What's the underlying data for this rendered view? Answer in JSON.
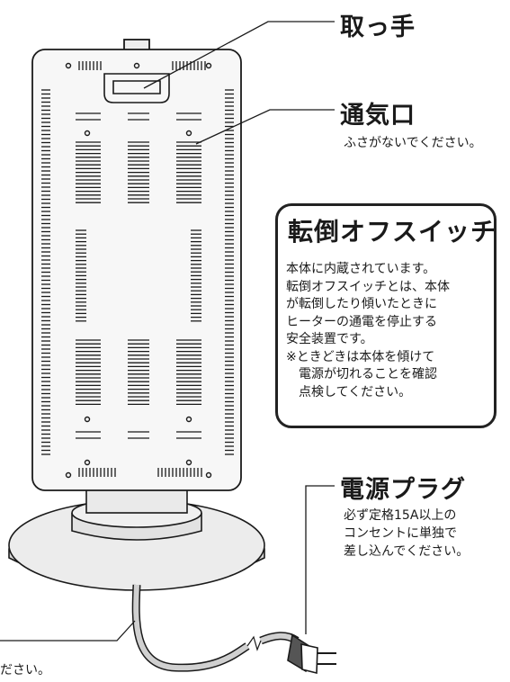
{
  "labels": {
    "handle": "取っ手",
    "vent_title": "通気口",
    "vent_note": "ふさがないでください。",
    "tipover_title": "転倒オフスイッチ",
    "tipover_lines": [
      "本体に内蔵されています。",
      "転倒オフスイッチとは、本体",
      "が転倒したり傾いたときに",
      "ヒーターの通電を停止する",
      "安全装置です。",
      "※ときどきは本体を傾けて",
      "電源が切れることを確認",
      "点検してください。"
    ],
    "plug_title": "電源プラグ",
    "plug_lines": [
      "必ず定格15A以上の",
      "コンセントに単独で",
      "差し込んでください。"
    ],
    "cord_note": "ださい。"
  },
  "colors": {
    "ink": "#1a1a1a",
    "body_fill": "#f7f7f7",
    "base_fill": "#e6e6e6",
    "cord_fill": "#d0d0d0"
  }
}
